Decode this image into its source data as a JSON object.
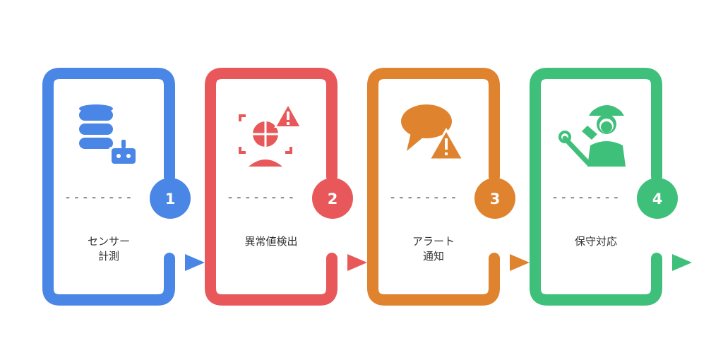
{
  "steps": [
    {
      "number": "1",
      "label": "センサー\n計測",
      "icon": "database-sensor-icon",
      "color": "#4a86e6"
    },
    {
      "number": "2",
      "label": "異常値検出",
      "icon": "anomaly-radar-warning-icon",
      "color": "#e8585a"
    },
    {
      "number": "3",
      "label": "アラート\n通知",
      "icon": "alert-message-icon",
      "color": "#e0832e"
    },
    {
      "number": "4",
      "label": "保守対応",
      "icon": "maintenance-worker-icon",
      "color": "#3ec07a"
    }
  ],
  "divider": "--------"
}
